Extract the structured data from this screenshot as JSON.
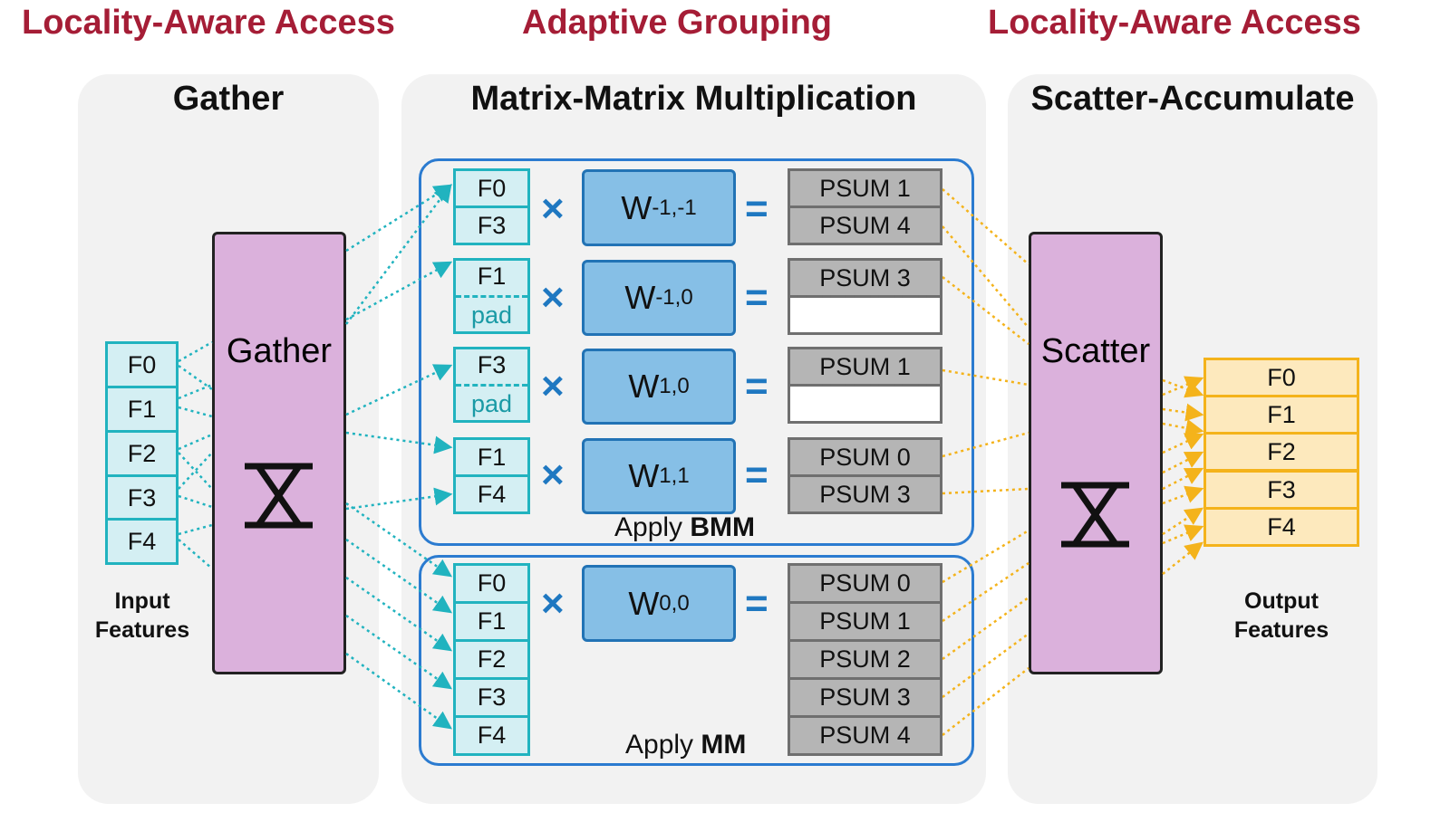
{
  "headers": {
    "left": "Locality-Aware Access",
    "center": "Adaptive Grouping",
    "right": "Locality-Aware Access"
  },
  "panels": {
    "gather_title": "Gather",
    "mm_title": "Matrix-Matrix Multiplication",
    "scatter_title": "Scatter-Accumulate"
  },
  "input_features": {
    "items": [
      "F0",
      "F1",
      "F2",
      "F3",
      "F4"
    ],
    "label_line1": "Input",
    "label_line2": "Features"
  },
  "output_features": {
    "items": [
      "F0",
      "F1",
      "F2",
      "F3",
      "F4"
    ],
    "label_line1": "Output",
    "label_line2": "Features"
  },
  "gather_block": {
    "label": "Gather",
    "symbol": "X"
  },
  "scatter_block": {
    "label": "Scatter",
    "symbol": "X"
  },
  "operators": {
    "times": "×",
    "equals": "="
  },
  "bmm_group": {
    "apply_prefix": "Apply ",
    "apply_bold": "BMM",
    "rows": [
      {
        "inputs": [
          "F0",
          "F3"
        ],
        "w_base": "W",
        "w_sub": "-1,-1",
        "psums": [
          "PSUM 1",
          "PSUM 4"
        ]
      },
      {
        "inputs": [
          "F1",
          "pad"
        ],
        "w_base": "W",
        "w_sub": "-1,0",
        "psums": [
          "PSUM 3",
          ""
        ]
      },
      {
        "inputs": [
          "F3",
          "pad"
        ],
        "w_base": "W",
        "w_sub": "1,0",
        "psums": [
          "PSUM 1",
          ""
        ]
      },
      {
        "inputs": [
          "F1",
          "F4"
        ],
        "w_base": "W",
        "w_sub": "1,1",
        "psums": [
          "PSUM 0",
          "PSUM 3"
        ]
      }
    ]
  },
  "mm_group": {
    "apply_prefix": "Apply ",
    "apply_bold": "MM",
    "inputs": [
      "F0",
      "F1",
      "F2",
      "F3",
      "F4"
    ],
    "w_base": "W",
    "w_sub": "0,0",
    "psums": [
      "PSUM 0",
      "PSUM 1",
      "PSUM 2",
      "PSUM 3",
      "PSUM 4"
    ]
  },
  "colors": {
    "header": "#a51d36",
    "gather_lines": "#21b3bf",
    "scatter_lines": "#f4b31b",
    "weight": "#86bfe6",
    "group_border": "#2b7bd0",
    "block": "#dbb1dc"
  }
}
